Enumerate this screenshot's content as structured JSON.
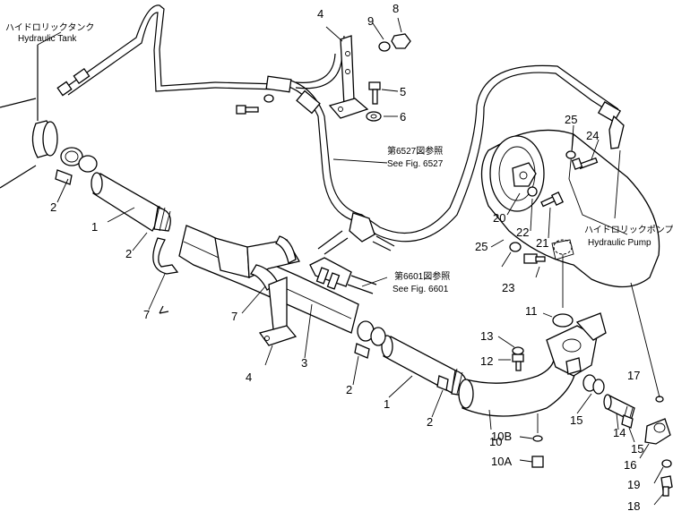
{
  "notes": {
    "tank_jp": "ハイドロリックタンク",
    "tank_en": "Hydraulic Tank",
    "pump_jp": "ハイドロリックポンプ",
    "pump_en": "Hydraulic Pump",
    "ref6527_jp": "第6527図参照",
    "ref6527_en": "See Fig. 6527",
    "ref6601_jp": "第6601図参照",
    "ref6601_en": "See Fig. 6601"
  },
  "callouts": {
    "c1a": "1",
    "c1b": "1",
    "c2a": "2",
    "c2b": "2",
    "c2c": "2",
    "c2d": "2",
    "c3": "3",
    "c4a": "4",
    "c4b": "4",
    "c5": "5",
    "c6": "6",
    "c7a": "7",
    "c7b": "7",
    "c8": "8",
    "c9": "9",
    "c10": "10",
    "c10a": "10A",
    "c10b": "10B",
    "c11": "11",
    "c12": "12",
    "c13": "13",
    "c14": "14",
    "c15a": "15",
    "c15b": "15",
    "c16": "16",
    "c17": "17",
    "c18": "18",
    "c19": "19",
    "c20": "20",
    "c21": "21",
    "c22": "22",
    "c23": "23",
    "c24": "24",
    "c25a": "25",
    "c25b": "25"
  }
}
